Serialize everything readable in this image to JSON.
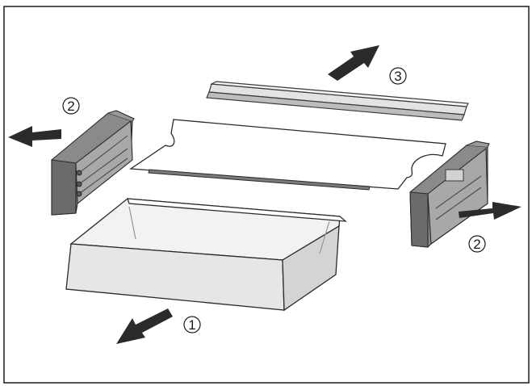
{
  "diagram": {
    "colors": {
      "frame": "#1a1a1a",
      "panel_dark": "#6b6b6b",
      "panel_mid": "#8a8a8a",
      "panel_light": "#a8a8a8",
      "drawer_face": "#e6e6e6",
      "drawer_inner": "#f2f2f2",
      "rail": "#d9d9d9",
      "arrow": "#2b2b2b"
    },
    "labels": [
      {
        "id": "step-1",
        "text": "1"
      },
      {
        "id": "step-2-left",
        "text": "2"
      },
      {
        "id": "step-2-right",
        "text": "2"
      },
      {
        "id": "step-3",
        "text": "3"
      }
    ]
  }
}
